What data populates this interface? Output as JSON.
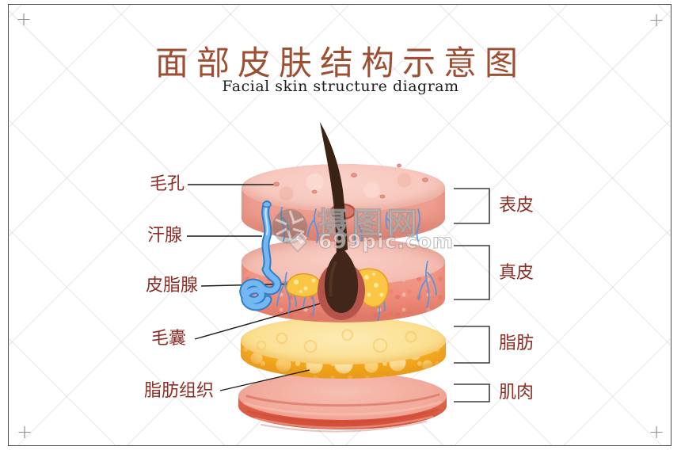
{
  "title": {
    "zh": "面部皮肤结构示意图",
    "en": "Facial skin structure diagram"
  },
  "labels": {
    "left": [
      {
        "id": "pore",
        "text": "毛孔"
      },
      {
        "id": "sweat-gland",
        "text": "汗腺"
      },
      {
        "id": "sebaceous-gland",
        "text": "皮脂腺"
      },
      {
        "id": "hair-follicle",
        "text": "毛囊"
      },
      {
        "id": "fat-tissue",
        "text": "脂肪组织"
      }
    ],
    "right": [
      {
        "id": "epidermis",
        "text": "表皮"
      },
      {
        "id": "dermis",
        "text": "真皮"
      },
      {
        "id": "fat",
        "text": "脂肪"
      },
      {
        "id": "muscle",
        "text": "肌肉"
      }
    ]
  },
  "watermark": {
    "brand": "摄图网",
    "site": "699pic.com",
    "logo_icon": "camera-aperture-icon",
    "bullet_icon": "diamond-icon"
  },
  "frame": {
    "crop_mark": "+"
  },
  "colors": {
    "title": "#9c4f33",
    "label": "#8c2e26",
    "leader_line": "#1c1c1c",
    "bracket": "#3d3d3d",
    "epidermis": "#f3b9ad",
    "dermis": "#ef9384",
    "fat": "#f6ac1e",
    "muscle": "#e3614c",
    "sweat_gland_blue": "#5aabee",
    "sebum_yellow": "#fbc643",
    "hair_brown": "#3a2214"
  }
}
